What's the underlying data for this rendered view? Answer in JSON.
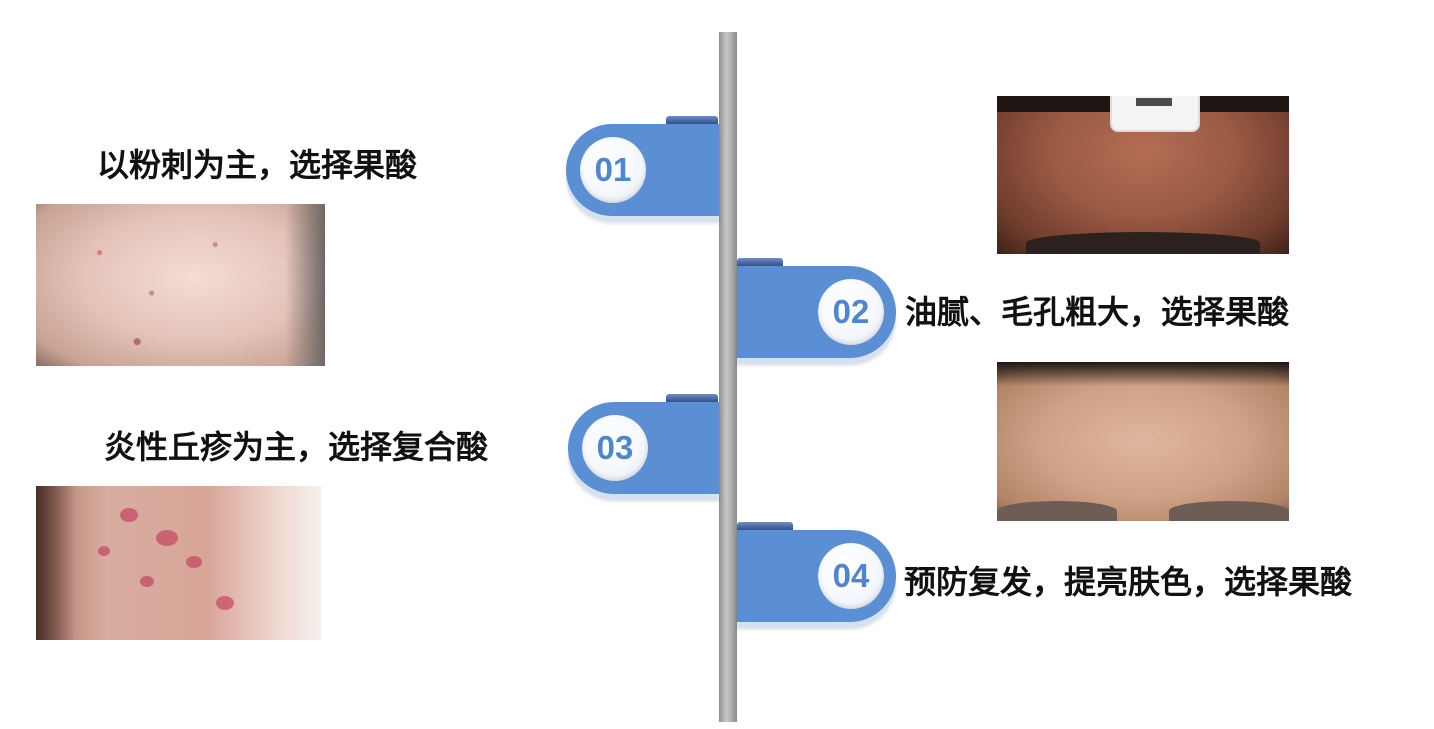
{
  "items": [
    {
      "number": "01",
      "label": "以粉刺为主，选择果酸"
    },
    {
      "number": "02",
      "label": "油腻、毛孔粗大，选择果酸"
    },
    {
      "number": "03",
      "label": "炎性丘疹为主，选择复合酸"
    },
    {
      "number": "04",
      "label": "预防复发，提亮肤色，选择果酸"
    }
  ],
  "colors": {
    "accent": "#5a8fd4",
    "number_text": "#4f86d0",
    "axis": "#b6b6b6",
    "text": "#111111"
  }
}
